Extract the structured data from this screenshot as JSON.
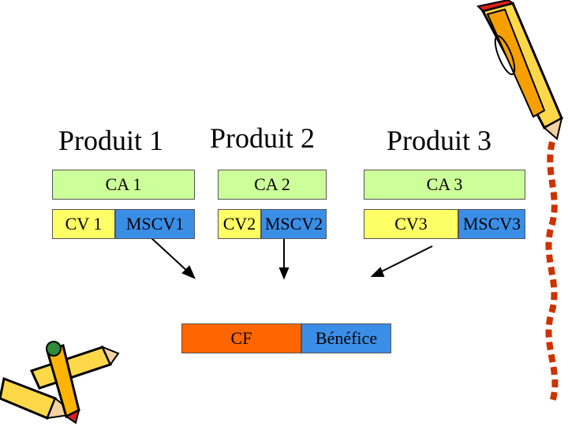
{
  "products": [
    "Produit 1",
    "Produit 2",
    "Produit 3"
  ],
  "revenue": [
    "CA 1",
    "CA 2",
    "CA 3"
  ],
  "variable_costs": [
    "CV 1",
    "CV2",
    "CV3"
  ],
  "margins": [
    "MSCV1",
    "MSCV2",
    "MSCV3"
  ],
  "fixed_cost": "CF",
  "profit": "Bénéfice",
  "colors": {
    "revenue": "#ccff99",
    "variable_cost": "#ffff66",
    "margin": "#3b8ee6",
    "fixed_cost": "#ff6600"
  }
}
